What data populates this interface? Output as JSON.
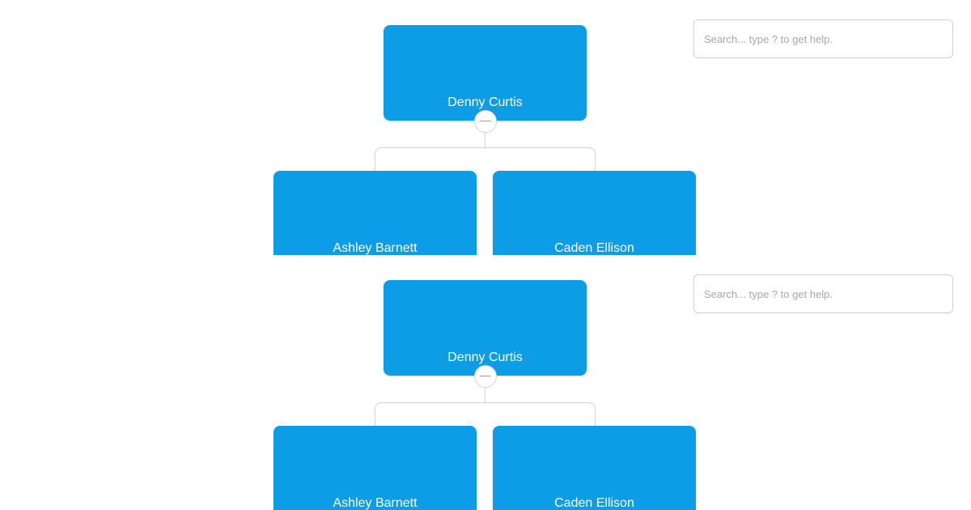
{
  "sections": [
    {
      "search": {
        "placeholder": "Search... type ? to get help.",
        "value": ""
      },
      "tree": {
        "root": {
          "label": "Denny Curtis",
          "toggle": {
            "icon": "minus-icon",
            "state": "expanded"
          }
        },
        "children": [
          {
            "label": "Ashley Barnett"
          },
          {
            "label": "Caden Ellison"
          }
        ]
      }
    },
    {
      "search": {
        "placeholder": "Search... type ? to get help.",
        "value": ""
      },
      "tree": {
        "root": {
          "label": "Denny Curtis",
          "toggle": {
            "icon": "minus-icon",
            "state": "expanded"
          }
        },
        "children": [
          {
            "label": "Ashley Barnett"
          },
          {
            "label": "Caden Ellison"
          }
        ]
      }
    }
  ],
  "colors": {
    "node_fill": "#0d9ce6",
    "node_text": "#ffffff",
    "connector": "#d3d3d3",
    "toggle_border": "#d3d3d3",
    "toggle_fill": "#ffffff",
    "input_border": "#cfcfcf",
    "placeholder_text": "#a8a8a8",
    "background": "#ffffff"
  }
}
